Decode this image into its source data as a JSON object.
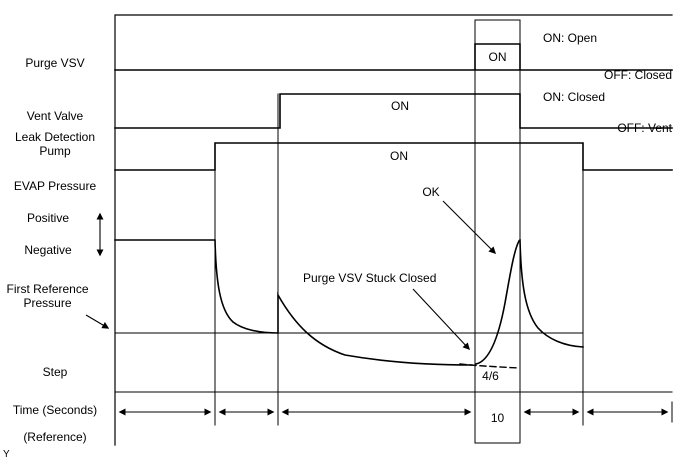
{
  "diagram": {
    "corner_mark": "Y",
    "rows": {
      "purge_vsv": {
        "label": "Purge VSV",
        "on_text": "ON"
      },
      "vent_valve": {
        "label": "Vent Valve",
        "on_text": "ON"
      },
      "leak_detection_pump": {
        "label": "Leak Detection Pump",
        "on_text": "ON"
      },
      "evap_pressure": {
        "label": "EVAP Pressure",
        "positive": "Positive",
        "negative": "Negative",
        "first_reference": "First Reference Pressure"
      },
      "step": {
        "label": "Step",
        "value": "4/6"
      },
      "time": {
        "label": "Time (Seconds)",
        "sublabel": "(Reference)",
        "window_value": "10"
      }
    },
    "legend": {
      "purge_on": "ON: Open",
      "purge_off": "OFF: Closed",
      "vent_on": "ON: Closed",
      "vent_off": "OFF: Vent"
    },
    "annotations": {
      "ok": "OK",
      "stuck_closed": "Purge VSV Stuck Closed"
    },
    "colors": {
      "line": "#000000",
      "background": "#ffffff"
    }
  }
}
